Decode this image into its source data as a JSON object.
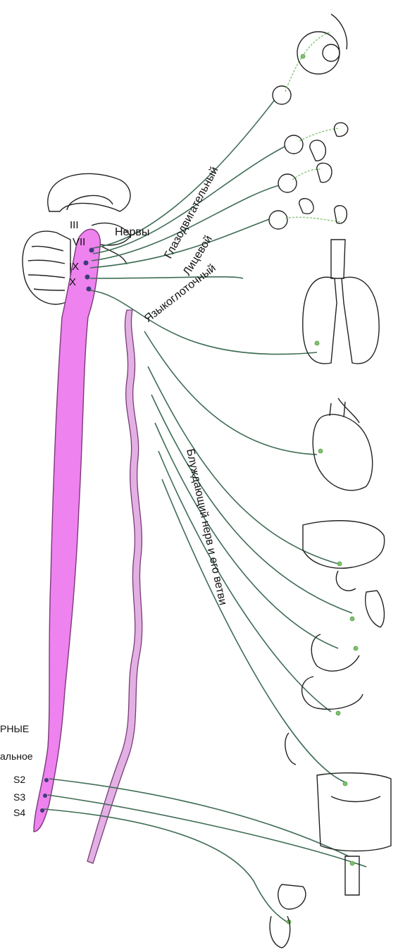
{
  "labels": {
    "nerves_heading": "Нервы",
    "oculomotor": "Глазодвигательный",
    "facial": "Лицевой",
    "glossopharyngeal": "Языкоглоточный",
    "vagus": "Блуждающий нерв и его ветви",
    "sacral_group_fragment": "РНЫЕ",
    "sacral_fragment": "альное"
  },
  "cranial_nuclei": [
    "III",
    "VII",
    "IX",
    "X"
  ],
  "sacral_segments": [
    "S2",
    "S3",
    "S4"
  ],
  "colors": {
    "spinal_cord": "#ee82ee",
    "sympathetic_trunk": "#d89ad8",
    "preganglionic": "#3f6d55",
    "postganglionic": "#7cc36b",
    "outline": "#222222"
  }
}
